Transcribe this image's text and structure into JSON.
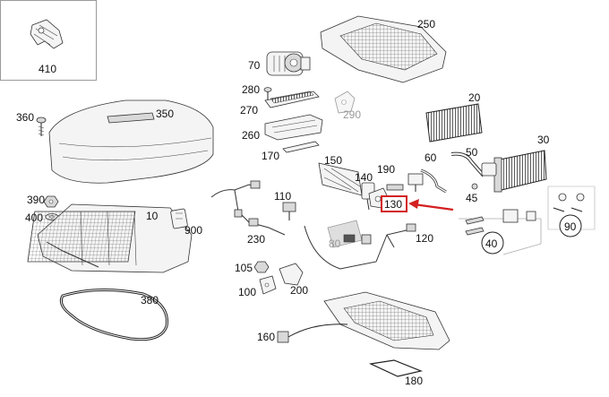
{
  "accent_color": "#d32020",
  "grey_label_color": "#9a9a9a",
  "highlighted_callout": "130",
  "labels": {
    "p410": "410",
    "p360": "360",
    "p350": "350",
    "p390": "390",
    "p400": "400",
    "p10": "10",
    "p900": "900",
    "p380": "380",
    "p250": "250",
    "p70": "70",
    "p280": "280",
    "p270": "270",
    "p290": "290",
    "p260": "260",
    "p170": "170",
    "p20": "20",
    "p30": "30",
    "p50": "50",
    "p60": "60",
    "p190": "190",
    "p150": "150",
    "p140": "140",
    "p130": "130",
    "p45": "45",
    "p110": "110",
    "p230": "230",
    "p80": "80",
    "p120": "120",
    "p105": "105",
    "p100": "100",
    "p200": "200",
    "p40": "40",
    "p90": "90",
    "p160": "160",
    "p180": "180"
  }
}
